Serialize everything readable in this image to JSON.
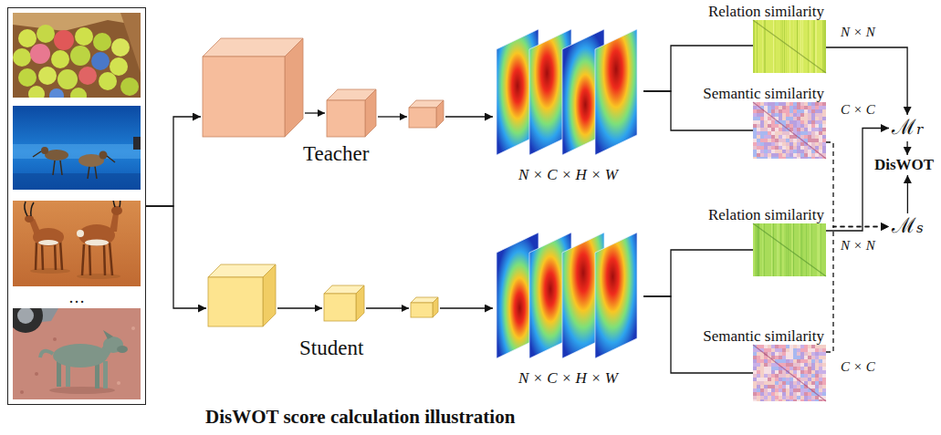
{
  "diagram": {
    "caption": "DisWOT score calculation illustration",
    "nodes": [
      {
        "text": [
          "…"
        ]
      },
      {
        "text": [
          "Teacher"
        ]
      },
      {
        "text": [
          "Student"
        ]
      },
      {
        "text": [
          "N × C × H × W"
        ]
      },
      {
        "text": [
          "N × C × H × W"
        ]
      },
      {
        "text": [
          "Relation similarity",
          "N × N"
        ]
      },
      {
        "text": [
          "Semantic similarity",
          "C × C"
        ]
      },
      {
        "text": [
          "Relation similarity",
          "N × N"
        ]
      },
      {
        "text": [
          "Semantic similarity",
          "C × C"
        ]
      },
      {
        "text": [
          "ℳr"
        ]
      },
      {
        "text": [
          "ℳs"
        ]
      },
      {
        "text": [
          "DisWOT"
        ]
      }
    ],
    "edges": [
      {
        "from": 0,
        "to": 1,
        "arrow": "to"
      },
      {
        "from": 0,
        "to": 2,
        "arrow": "to"
      },
      {
        "from": 1,
        "to": 3,
        "arrow": "to"
      },
      {
        "from": 2,
        "to": 4,
        "arrow": "to"
      },
      {
        "from": 3,
        "to": 5,
        "arrow": "none"
      },
      {
        "from": 3,
        "to": 6,
        "arrow": "none"
      },
      {
        "from": 4,
        "to": 7,
        "arrow": "none"
      },
      {
        "from": 4,
        "to": 8,
        "arrow": "none"
      },
      {
        "from": 5,
        "to": 9,
        "arrow": "to"
      },
      {
        "from": 7,
        "to": 9,
        "arrow": "to"
      },
      {
        "from": 6,
        "to": 10,
        "arrow": "to"
      },
      {
        "from": 8,
        "to": 10,
        "arrow": "to"
      },
      {
        "from": 9,
        "to": 11,
        "arrow": "to"
      },
      {
        "from": 10,
        "to": 11,
        "arrow": "to"
      }
    ]
  }
}
